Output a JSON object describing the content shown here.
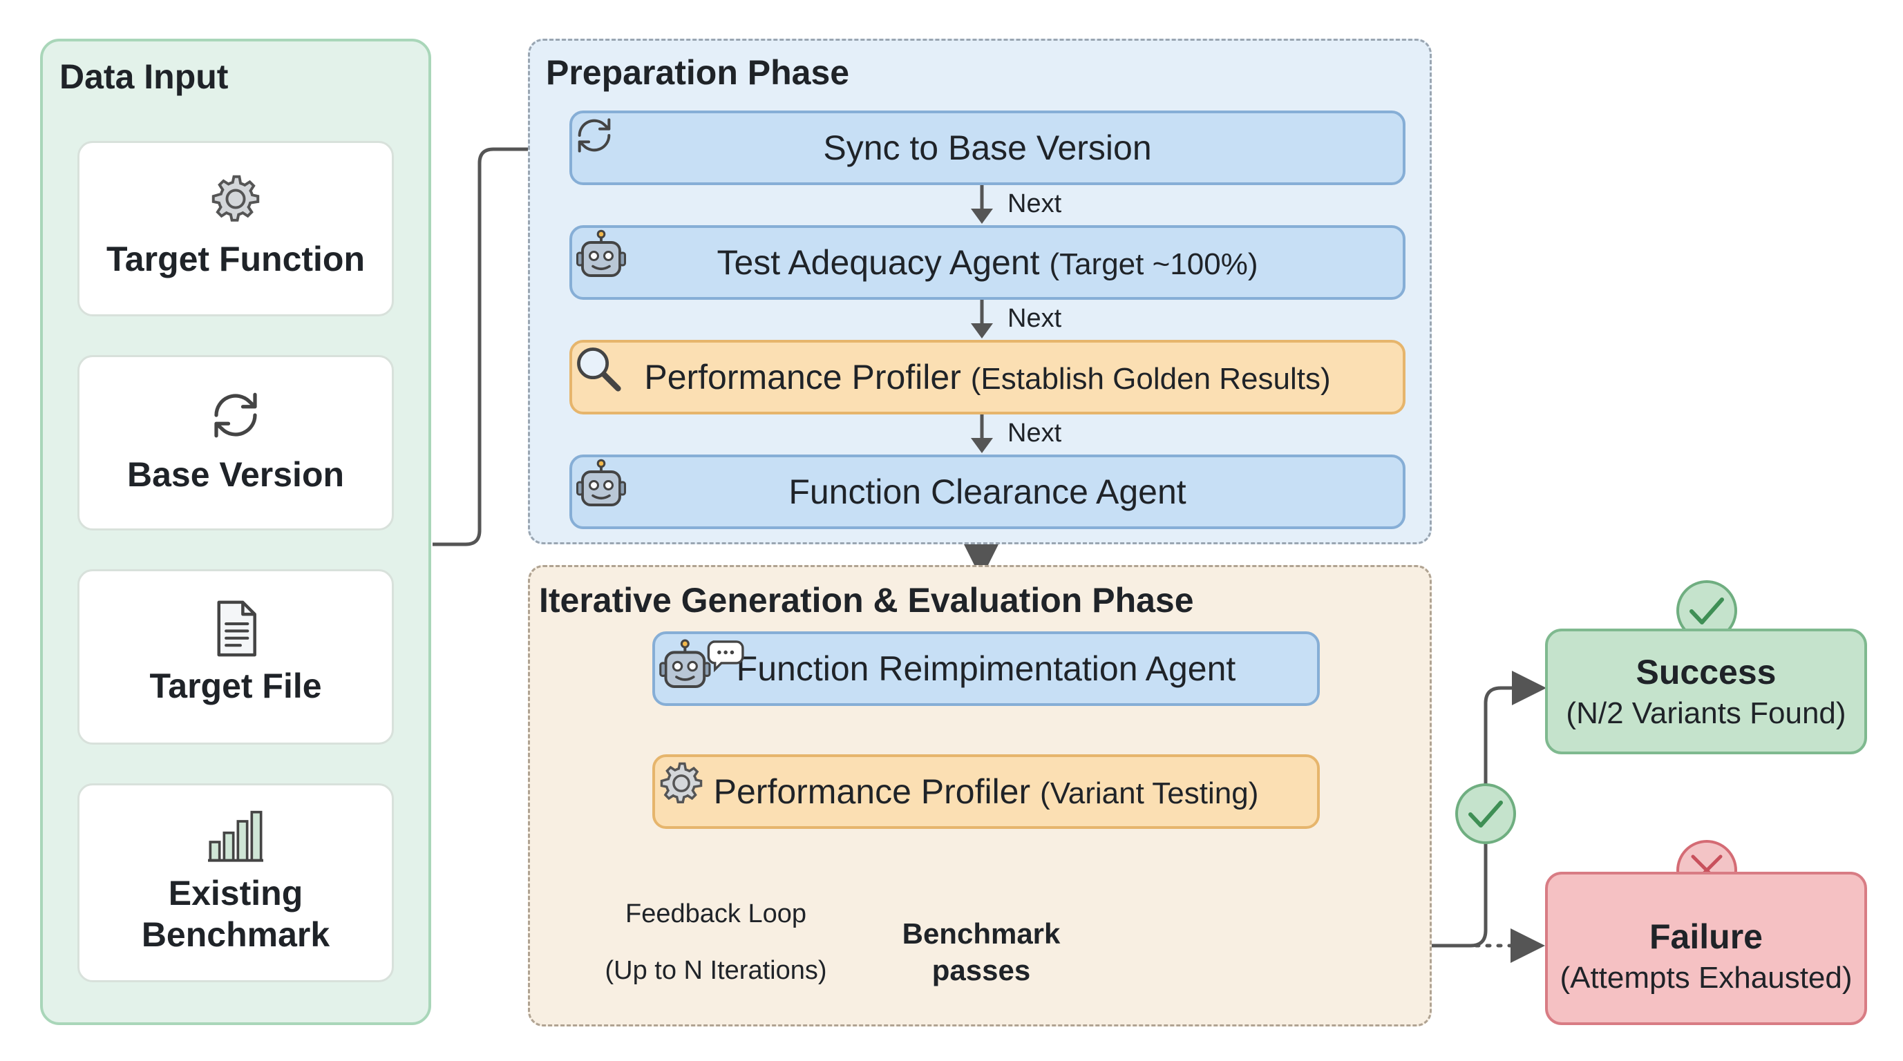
{
  "data_input": {
    "title": "Data Input",
    "items": [
      {
        "label": "Target Function",
        "icon": "gear-icon"
      },
      {
        "label": "Base Version",
        "icon": "sync-icon"
      },
      {
        "label": "Target File",
        "icon": "document-icon"
      },
      {
        "label_line1": "Existing",
        "label_line2": "Benchmark",
        "icon": "bar-chart-icon"
      }
    ]
  },
  "preparation": {
    "title": "Preparation Phase",
    "steps": [
      {
        "label": "Sync to Base Version",
        "icon": "sync-icon"
      },
      {
        "label": "Test Adequacy Agent",
        "detail": "(Target ~100%)",
        "icon": "robot-icon"
      },
      {
        "label": "Performance Profiler",
        "detail": "(Establish Golden Results)",
        "icon": "magnifier-icon"
      },
      {
        "label": "Function Clearance Agent",
        "icon": "robot-icon"
      }
    ],
    "next_label": "Next"
  },
  "iteration": {
    "title": "Iterative Generation & Evaluation Phase",
    "agent": {
      "label": "Function Reimpimentation Agent",
      "icon": "robot-chat-icon"
    },
    "profiler": {
      "label": "Performance Profiler",
      "detail": "(Variant Testing)",
      "icon": "gear-icon"
    },
    "decision": {
      "line1": "Benchmark",
      "line2": "passes"
    },
    "feedback": {
      "line1": "Feedback Loop",
      "line2": "(Up to N Iterations)"
    }
  },
  "outcomes": {
    "success": {
      "title": "Success",
      "detail": "(N/2 Variants Found)"
    },
    "failure": {
      "title": "Failure",
      "detail": "(Attempts Exhausted)"
    }
  },
  "colors": {
    "green_panel": "#e3f2ea",
    "prep_bg": "#e4eff9",
    "iter_bg": "#f8efe2",
    "blue_box": "#c7dff5",
    "orange_box": "#fbdfb3",
    "success": "#c5e3cc",
    "failure": "#f5c1c3",
    "diamond": "#f9cf82"
  }
}
